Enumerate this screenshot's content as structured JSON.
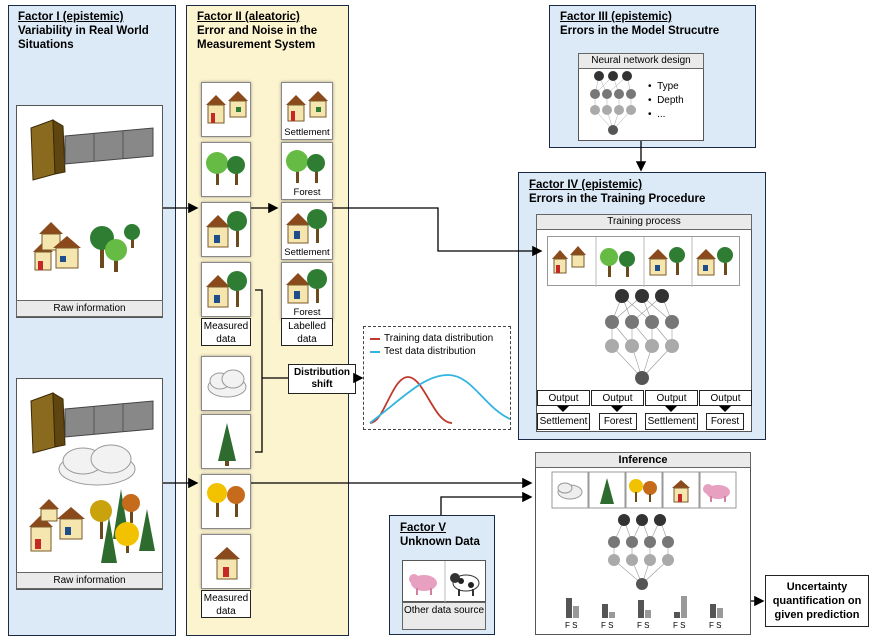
{
  "factor1": {
    "prefix": "Factor I (epistemic)",
    "title": "Variability in Real World Situations",
    "raw1": "Raw information",
    "raw2": "Raw information"
  },
  "factor2": {
    "prefix": "Factor II (aleatoric)",
    "title": "Error and Noise in the Measurement System",
    "measured": "Measured data",
    "labelled": "Labelled data",
    "measured2": "Measured data",
    "labels": [
      "Settlement",
      "Forest",
      "Settlement",
      "Forest"
    ]
  },
  "factor3": {
    "prefix": "Factor III (epistemic)",
    "title": "Errors in the Model Strucutre",
    "box": "Neural network design",
    "bullets": [
      "Type",
      "Depth",
      "..."
    ]
  },
  "factor4": {
    "prefix": "Factor IV (epistemic)",
    "title": "Errors in the Training Procedure",
    "box": "Training process",
    "output": "Output",
    "outputs": [
      "Settlement",
      "Forest",
      "Settlement",
      "Forest"
    ]
  },
  "shift": {
    "label": "Distribution shift",
    "legend_train": "Training data distribution",
    "legend_test": "Test data distribution",
    "colors": {
      "train": "#c0392b",
      "test": "#35b4e0"
    }
  },
  "inference": {
    "title": "Inference",
    "bars_label": "F S"
  },
  "factor5": {
    "prefix": "Factor V",
    "title": "Unknown Data",
    "other": "Other data source"
  },
  "uq": {
    "label": "Uncertainty quantification on given prediction"
  }
}
